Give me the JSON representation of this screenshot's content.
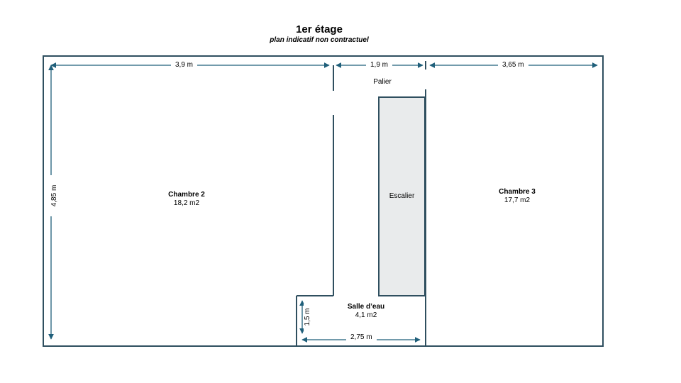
{
  "header": {
    "title": "1er étage",
    "subtitle": "plan indicatif non contractuel"
  },
  "rooms": {
    "chambre2": {
      "name": "Chambre 2",
      "area": "18,2 m2"
    },
    "chambre3": {
      "name": "Chambre 3",
      "area": "17,7 m2"
    },
    "salle_eau": {
      "name": "Salle d’eau",
      "area": "4,1 m2"
    },
    "palier": {
      "name": "Palier"
    },
    "escalier": {
      "name": "Escalier"
    }
  },
  "dimensions": {
    "chambre2_width": "3,9 m",
    "palier_width": "1,9 m",
    "chambre3_width": "3,65 m",
    "height": "4,85 m",
    "salle_eau_height": "1,5 m",
    "salle_eau_width": "2,75 m"
  },
  "colors": {
    "wall": "#2f4f5f",
    "arrow": "#1f5f7a",
    "stair_fill": "#e9ebec"
  }
}
